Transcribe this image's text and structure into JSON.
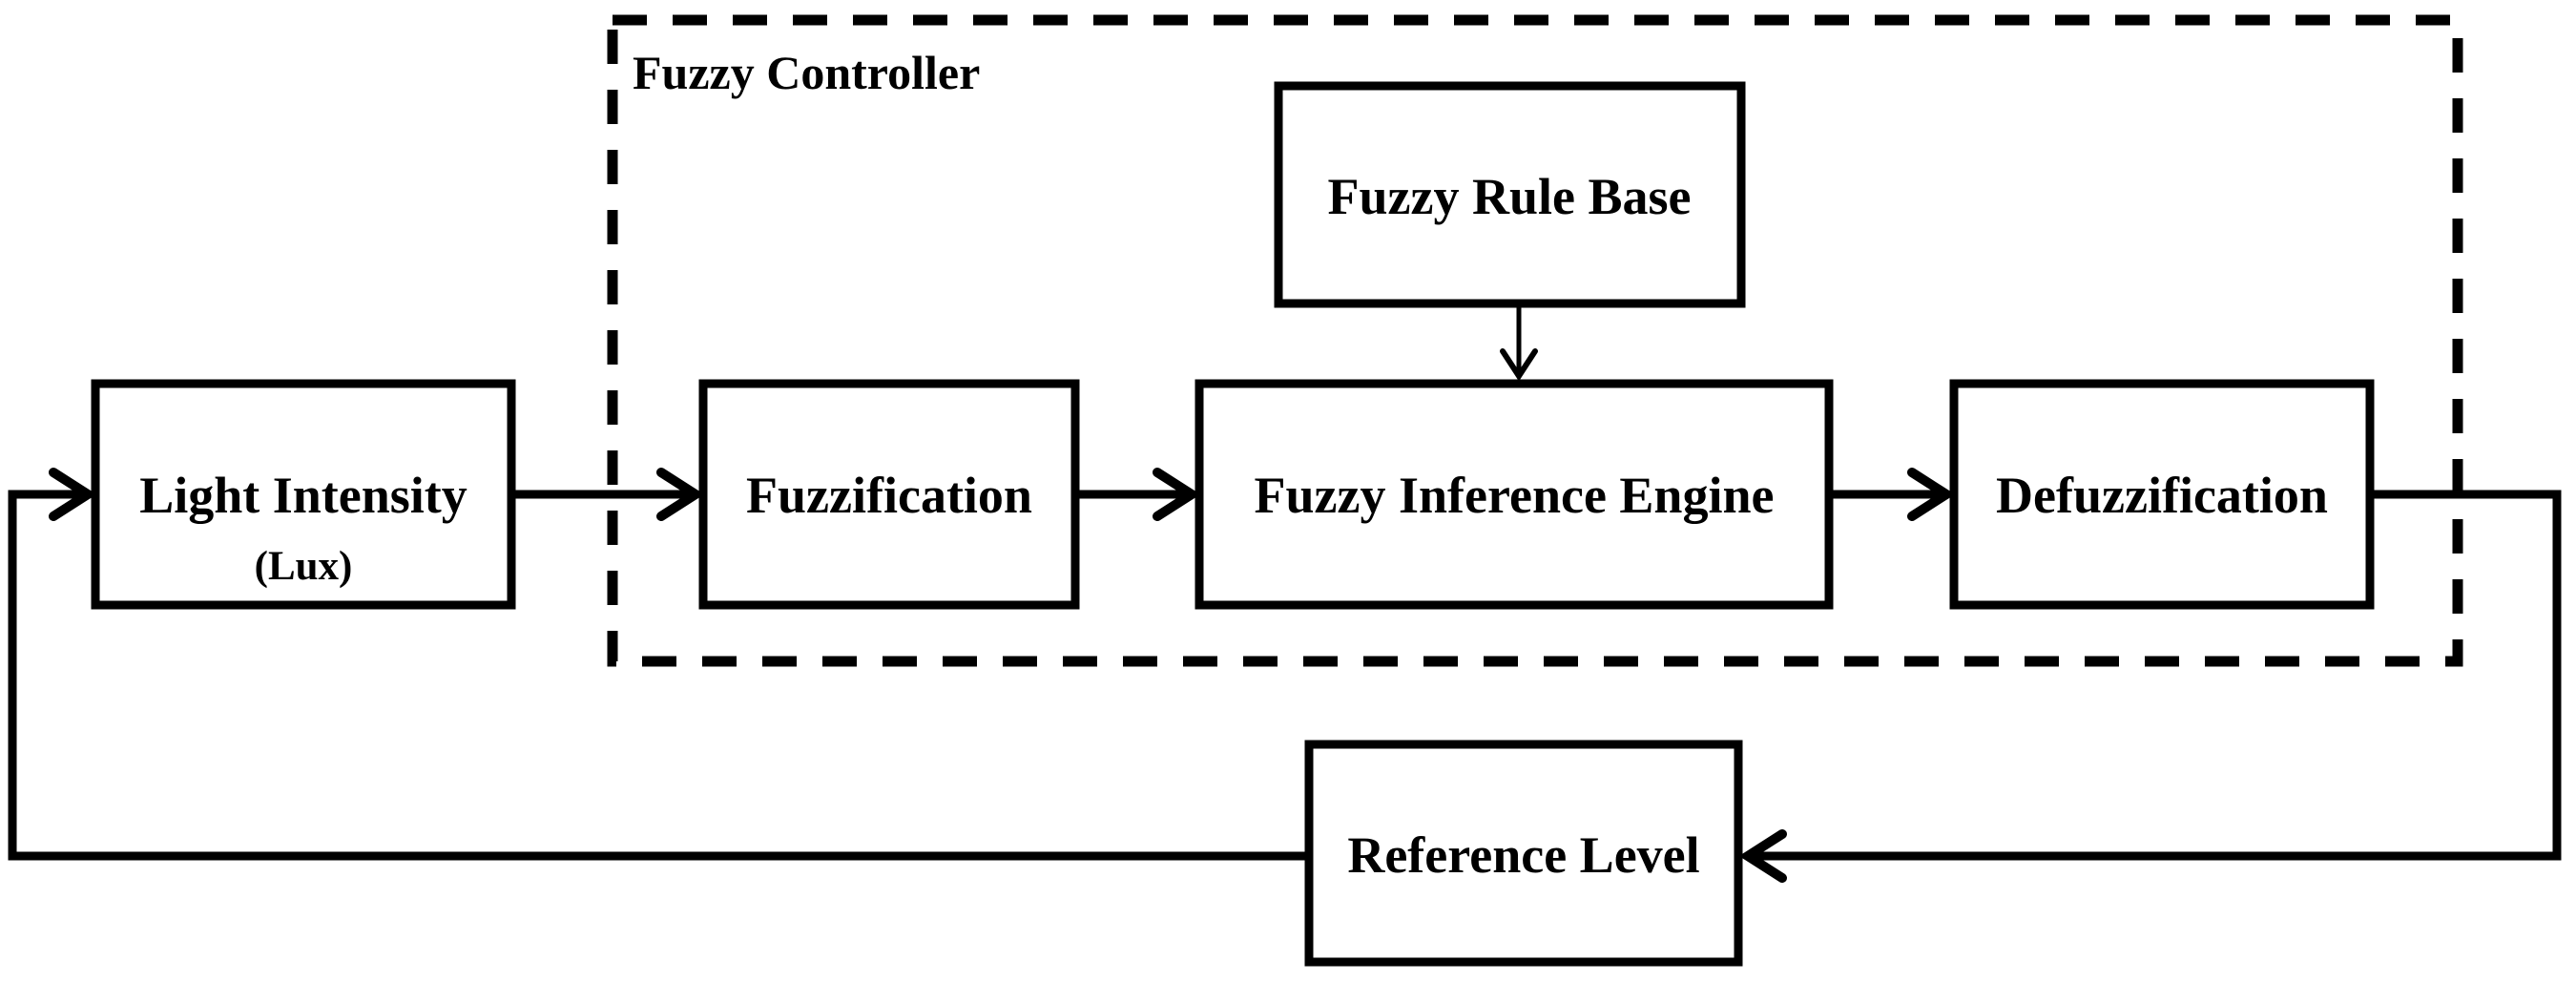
{
  "page": {
    "background_color": "#ffffff",
    "ink_color": "#000000"
  },
  "diagram": {
    "type": "block-diagram",
    "container_label": "Fuzzy Controller",
    "nodes": {
      "light_intensity": {
        "label": "Light Intensity",
        "sublabel": "(Lux)"
      },
      "fuzzification": {
        "label": "Fuzzification"
      },
      "fuzzy_rule_base": {
        "label": "Fuzzy Rule Base"
      },
      "fuzzy_inference_engine": {
        "label": "Fuzzy Inference Engine"
      },
      "defuzzification": {
        "label": "Defuzzification"
      },
      "reference_level": {
        "label": "Reference Level"
      }
    },
    "connections": [
      {
        "from": "light_intensity",
        "to": "fuzzification",
        "style": "open-arrow"
      },
      {
        "from": "fuzzification",
        "to": "fuzzy_inference_engine",
        "style": "open-arrow"
      },
      {
        "from": "fuzzy_rule_base",
        "to": "fuzzy_inference_engine",
        "style": "thin-arrow"
      },
      {
        "from": "fuzzy_inference_engine",
        "to": "defuzzification",
        "style": "open-arrow"
      },
      {
        "from": "defuzzification",
        "to": "reference_level",
        "style": "open-arrow-feedback-right"
      },
      {
        "from": "reference_level",
        "to": "light_intensity",
        "style": "open-arrow-feedback-left"
      }
    ]
  }
}
